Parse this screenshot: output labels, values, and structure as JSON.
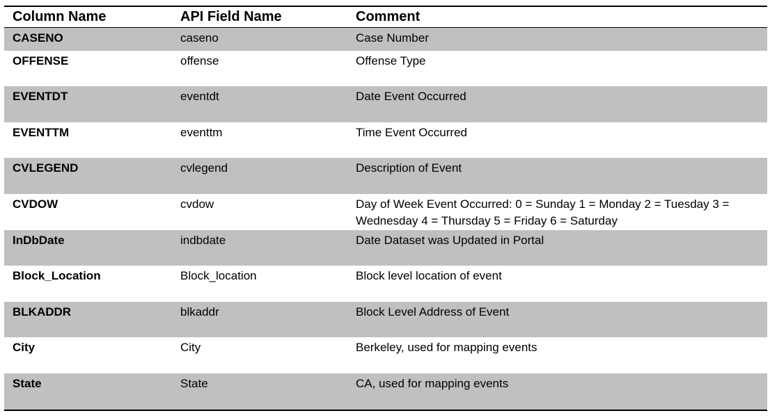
{
  "table": {
    "headers": {
      "column_name": "Column Name",
      "api_field_name": "API Field Name",
      "comment": "Comment"
    },
    "rows": [
      {
        "column_name": "CASENO",
        "api_field_name": "caseno",
        "comment": "Case Number",
        "shaded": true
      },
      {
        "column_name": "OFFENSE",
        "api_field_name": "offense",
        "comment": "Offense Type",
        "shaded": false
      },
      {
        "column_name": "EVENTDT",
        "api_field_name": "eventdt",
        "comment": "Date Event Occurred",
        "shaded": true
      },
      {
        "column_name": "EVENTTM",
        "api_field_name": "eventtm",
        "comment": "Time Event Occurred",
        "shaded": false
      },
      {
        "column_name": "CVLEGEND",
        "api_field_name": "cvlegend",
        "comment": "Description of Event",
        "shaded": true
      },
      {
        "column_name": "CVDOW",
        "api_field_name": "cvdow",
        "comment": "Day of Week Event Occurred: 0 = Sunday 1 = Monday 2 = Tuesday 3 = Wednesday 4 = Thursday 5 = Friday 6 = Saturday",
        "shaded": false
      },
      {
        "column_name": "InDbDate",
        "api_field_name": "indbdate",
        "comment": "Date Dataset was Updated in Portal",
        "shaded": true
      },
      {
        "column_name": "Block_Location",
        "api_field_name": "Block_location",
        "comment": "Block level location of event",
        "shaded": false
      },
      {
        "column_name": "BLKADDR",
        "api_field_name": "blkaddr",
        "comment": "Block Level Address of Event",
        "shaded": true
      },
      {
        "column_name": "City",
        "api_field_name": "City",
        "comment": "Berkeley, used for mapping events",
        "shaded": false
      },
      {
        "column_name": "State",
        "api_field_name": "State",
        "comment": "CA, used for mapping events",
        "shaded": true
      }
    ]
  },
  "colors": {
    "shade": "#c0c0c0",
    "rule": "#000000"
  }
}
